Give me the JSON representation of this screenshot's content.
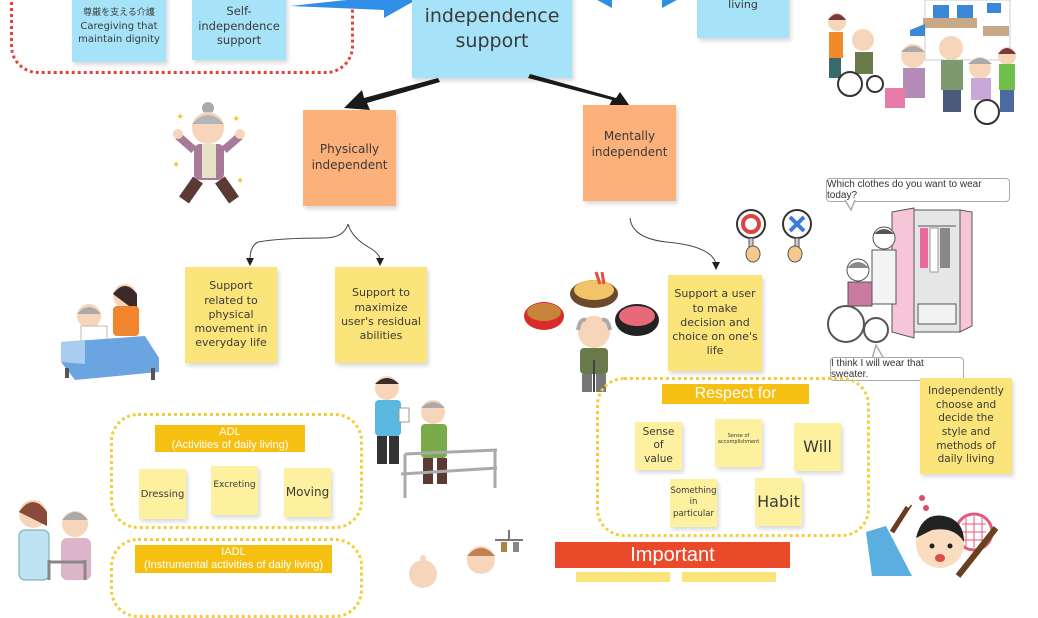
{
  "top": {
    "dignity_note": {
      "jp": "尊厳を支える介護",
      "en": "Caregiving that maintain dignity"
    },
    "self_independence_note": "Self-independence support",
    "center_note": "independence support",
    "right_note": "living"
  },
  "branches": {
    "physical": "Physically independent",
    "mental": "Mentally independent"
  },
  "physical_notes": [
    "Support related to physical movement in everyday life",
    "Support to maximize user's residual abilities"
  ],
  "adl": {
    "title": "ADL",
    "subtitle": "(Activities of daily living)",
    "items": [
      "Dressing",
      "Excreting",
      "Moving"
    ]
  },
  "iadl": {
    "title": "IADL",
    "subtitle": "(Instrumental activities of daily living)"
  },
  "mental_note": "Support a user to make decision and choice on one's life",
  "respect": {
    "title": "Respect for",
    "items": [
      "Sense of value",
      "Sense of accomplishment",
      "Will",
      "Something in particular",
      "Habit"
    ]
  },
  "dialogue": {
    "question": "Which clothes do you want to wear today?",
    "answer": "I think I will wear that sweater."
  },
  "independent_note": "Independently choose and decide the style and methods of daily living",
  "important": {
    "title": "Important"
  },
  "colors": {
    "blue_note": "#a6e3f8",
    "orange_note": "#fcb07a",
    "yellow_note": "#fbe57a",
    "banner_yellow": "#f5c011",
    "banner_red": "#ea4a2a",
    "arrow_blue": "#2f8fe6"
  },
  "icons": {
    "strong_grandma": "strong-grandma-illustration",
    "bed_care": "bed-care-illustration",
    "walking_rehab": "walking-rehab-illustration",
    "walker_care": "walker-care-illustration",
    "food_choice": "food-choice-illustration",
    "yes_no_signs": "yes-no-signs-illustration",
    "wardrobe_choice": "wardrobe-choice-illustration",
    "elderly_group": "elderly-group-illustration",
    "hobbies": "hobbies-illustration"
  }
}
